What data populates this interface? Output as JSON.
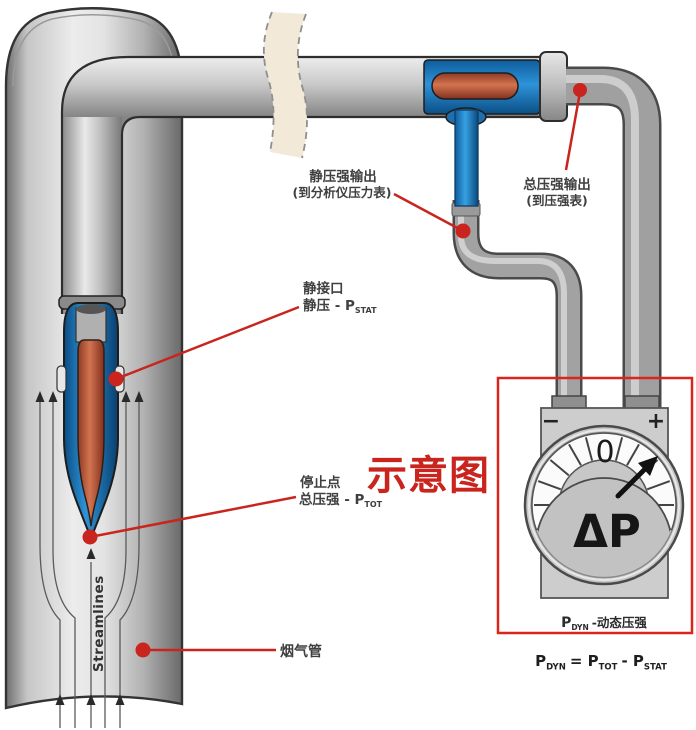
{
  "colors": {
    "annotation_red": "#c9241e",
    "box_red": "#da251d",
    "static_blue": "#2e93d8",
    "total_red": "#d2744f",
    "pipe_gray": "#c9c9c9"
  },
  "labels": {
    "static_output_line1": "静压强输出",
    "static_output_line2": "(到分析仪压力表)",
    "total_output_line1": "总压强输出",
    "total_output_line2": "(到压强表)",
    "static_port_line1": "静接口",
    "static_port_line2_main": "静压 - P",
    "static_port_line2_sub": "STAT",
    "stagnation_line1": "停止点",
    "stagnation_line2_main": "总压强 - P",
    "stagnation_line2_sub": "TOT",
    "flue_pipe": "烟气管",
    "streamlines": "Streamlines",
    "schematic": "示意图"
  },
  "gauge": {
    "minus": "−",
    "plus": "+",
    "zero": "0",
    "delta_p": "ΔP",
    "caption_p": "P",
    "caption_sub": "DYN",
    "caption_rest": "-动态压强"
  },
  "formula": {
    "p1": "P",
    "s1": "DYN",
    "p2": "= P",
    "s2": "TOT",
    "p3": "- P",
    "s3": "STAT"
  }
}
